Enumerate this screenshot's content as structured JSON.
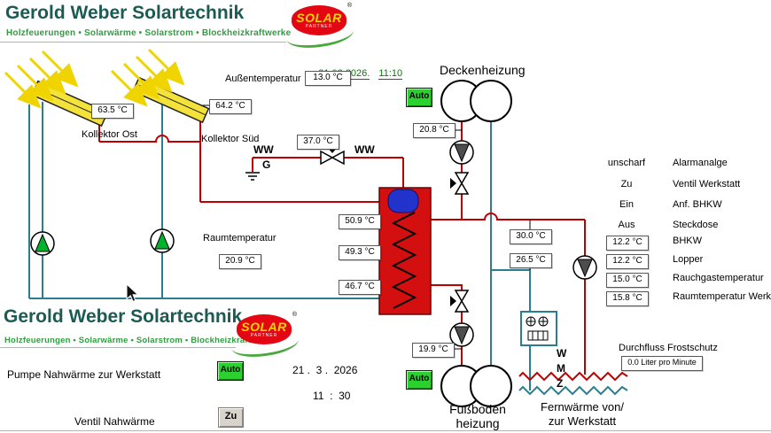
{
  "colors": {
    "pipe_hot": "#c00000",
    "pipe_cold": "#2b7e8f",
    "accent_green": "#2bd12e",
    "title_color": "#1c5a54"
  },
  "header": {
    "title": "Gerold Weber Solartechnik",
    "subtitle": "Holzfeuerungen • Solarwärme • Solarstrom • Blockheizkraftwerke",
    "logo_text": "SOLAR",
    "logo_subtext": "PARTNER",
    "logo_registered": "®"
  },
  "top": {
    "date": "21.03.2026.",
    "time": "11:10",
    "outdoor_label": "Außentemperatur",
    "outdoor_value": "13.0 °C"
  },
  "collectors": {
    "ost_label": "Kollektor Ost",
    "ost_value": "63.5 °C",
    "sued_label": "Kollektor Süd",
    "sued_value": "64.2 °C"
  },
  "ww": {
    "left": "WW",
    "right": "WW",
    "g": "G",
    "mix_temp": "37.0 °C"
  },
  "room": {
    "label": "Raumtemperatur",
    "value": "20.9 °C"
  },
  "tank": {
    "top": "50.9 °C",
    "mid": "49.3 °C",
    "bottom": "46.7 °C"
  },
  "ceiling": {
    "label": "Deckenheizung",
    "auto": "Auto",
    "temp": "20.8 °C"
  },
  "floor": {
    "label_line1": "Fußboden",
    "label_line2": "heizung",
    "auto": "Auto",
    "temp": "19.9 °C"
  },
  "circuit": {
    "supply_temp": "30.0 °C",
    "return_temp": "26.5 °C"
  },
  "status": {
    "rows": [
      {
        "value": "unscharf",
        "label": "Alarmanalge"
      },
      {
        "value": "Zu",
        "label": "Ventil Werkstatt"
      },
      {
        "value": "Ein",
        "label": "Anf. BHKW"
      },
      {
        "value": "Aus",
        "label": "Steckdose"
      }
    ],
    "temp_rows": [
      {
        "value": "12.2 °C",
        "label": "BHKW"
      },
      {
        "value": "12.2 °C",
        "label": "Lopper"
      },
      {
        "value": "15.0 °C",
        "label": "Rauchgastemperatur"
      },
      {
        "value": "15.8 °C",
        "label": "Raumtemperatur Werk"
      }
    ]
  },
  "flow": {
    "label": "Durchfluss Frostschutz",
    "value": "0.0 Liter pro Minute"
  },
  "bottom": {
    "date": "21 .  3 .  2026",
    "time": "11  :  30",
    "pump_label": "Pumpe Nahwärme zur Werkstatt",
    "pump_button": "Auto",
    "valve_label": "Ventil Nahwärme",
    "valve_button": "Zu"
  },
  "fernwaerme": {
    "label_line1": "Fernwärme von/",
    "label_line2": "zur Werkstatt",
    "wmz": [
      "W",
      "M",
      "Z"
    ]
  }
}
